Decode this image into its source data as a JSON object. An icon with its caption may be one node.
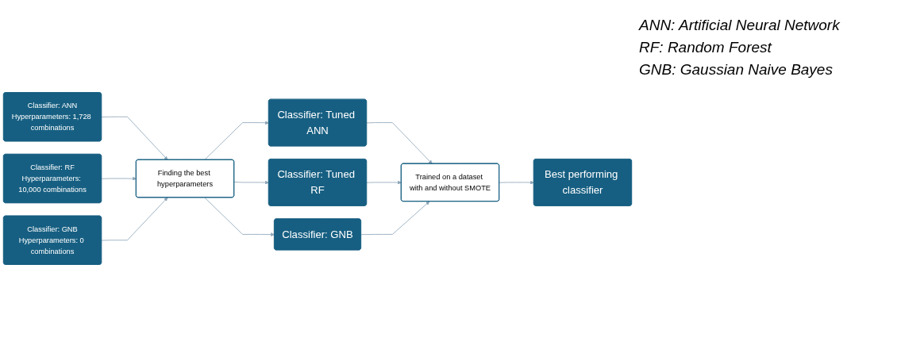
{
  "diagram": {
    "nodes": [
      {
        "text": [
          "Classifier: ANN",
          "Hyperparameters: 1,728 combinations"
        ]
      },
      {
        "text": [
          "Classifier: RF",
          "Hyperparameters: 10,000 combinations"
        ]
      },
      {
        "text": [
          "Classifier: GNB",
          "Hyperparameters: 0 combinations"
        ]
      },
      {
        "text": [
          "Finding the best hyperparameters"
        ]
      },
      {
        "text": [
          "Classifier: Tuned ANN"
        ]
      },
      {
        "text": [
          "Classifier: Tuned RF"
        ]
      },
      {
        "text": [
          "Classifier: GNB"
        ]
      },
      {
        "text": [
          "Trained on a dataset with and without SMOTE"
        ]
      },
      {
        "text": [
          "Best performing classifier"
        ]
      }
    ],
    "edges": [
      {
        "from": 0,
        "to": 3,
        "arrow": "to"
      },
      {
        "from": 1,
        "to": 3,
        "arrow": "to"
      },
      {
        "from": 2,
        "to": 3,
        "arrow": "to"
      },
      {
        "from": 3,
        "to": 4,
        "arrow": "to"
      },
      {
        "from": 3,
        "to": 5,
        "arrow": "to"
      },
      {
        "from": 3,
        "to": 6,
        "arrow": "to"
      },
      {
        "from": 4,
        "to": 7,
        "arrow": "to"
      },
      {
        "from": 5,
        "to": 7,
        "arrow": "to"
      },
      {
        "from": 6,
        "to": 7,
        "arrow": "to"
      },
      {
        "from": 7,
        "to": 8,
        "arrow": "to"
      }
    ],
    "labels": [
      "ANN: Artificial Neural Network",
      "RF: Random Forest",
      "GNB: Gaussian Naive Bayes"
    ]
  }
}
